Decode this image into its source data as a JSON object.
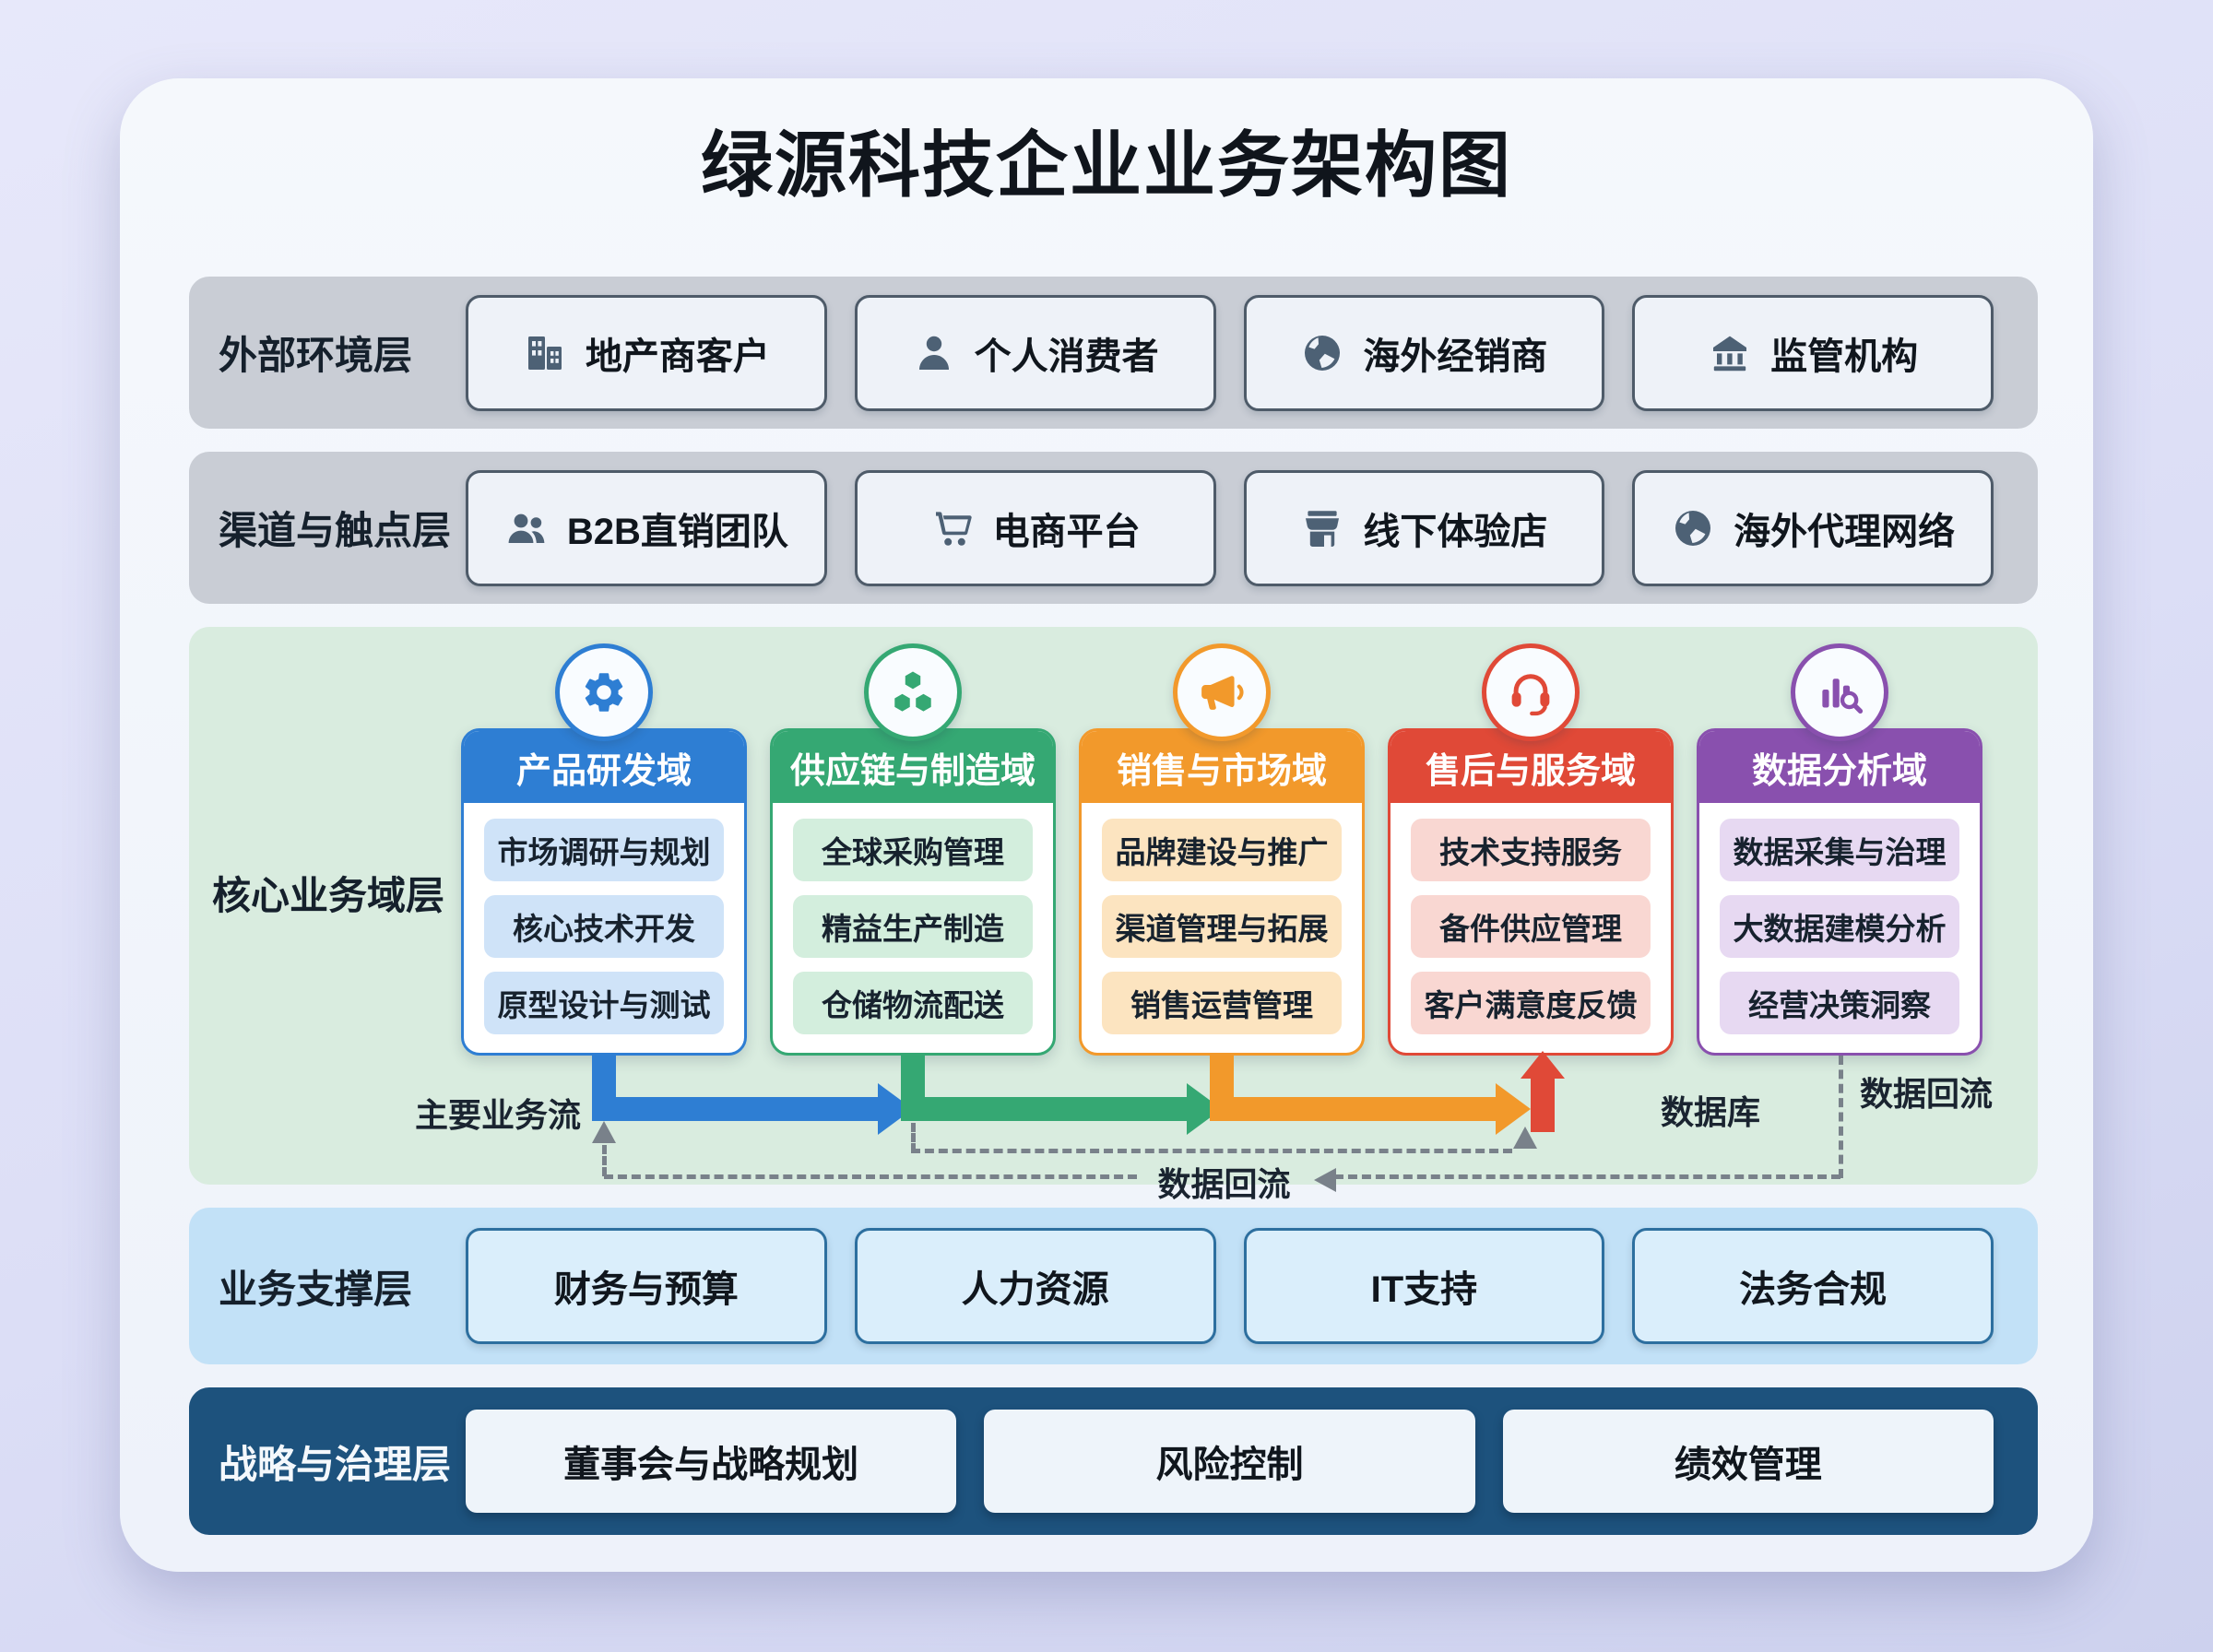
{
  "title": "绿源科技企业业务架构图",
  "colors": {
    "page_bg": "#dcdef6",
    "card_bg": "#f2f6fb",
    "band_gray": "#c9cdd5",
    "band_core_green": "#d9ecdf",
    "band_support_blue": "#c2e1f7",
    "band_strategy_navy": "#1d527d",
    "pill_border_dark": "#4e5b69",
    "pill_border_blue": "#2d6f9f",
    "flow_dash_gray": "#79818a"
  },
  "layers": {
    "external": {
      "label": "外部环境层",
      "items": [
        {
          "label": "地产商客户",
          "icon": "building"
        },
        {
          "label": "个人消费者",
          "icon": "person"
        },
        {
          "label": "海外经销商",
          "icon": "globe"
        },
        {
          "label": "监管机构",
          "icon": "bank"
        }
      ]
    },
    "channel": {
      "label": "渠道与触点层",
      "items": [
        {
          "label": "B2B直销团队",
          "icon": "people"
        },
        {
          "label": "电商平台",
          "icon": "cart"
        },
        {
          "label": "线下体验店",
          "icon": "store"
        },
        {
          "label": "海外代理网络",
          "icon": "globe"
        }
      ]
    },
    "core": {
      "label": "核心业务域层",
      "domains": [
        {
          "name": "产品研发域",
          "color": "#2e7ed3",
          "light": "#cfe3f8",
          "icon": "gear",
          "items": [
            "市场调研与规划",
            "核心技术开发",
            "原型设计与测试"
          ]
        },
        {
          "name": "供应链与制造域",
          "color": "#35a873",
          "light": "#d3eedd",
          "icon": "boxes",
          "items": [
            "全球采购管理",
            "精益生产制造",
            "仓储物流配送"
          ]
        },
        {
          "name": "销售与市场域",
          "color": "#f2992b",
          "light": "#fce4c0",
          "icon": "megaphone",
          "items": [
            "品牌建设与推广",
            "渠道管理与拓展",
            "销售运营管理"
          ]
        },
        {
          "name": "售后与服务域",
          "color": "#e04937",
          "light": "#f9d7d2",
          "icon": "headset",
          "items": [
            "技术支持服务",
            "备件供应管理",
            "客户满意度反馈"
          ]
        },
        {
          "name": "数据分析域",
          "color": "#8950ae",
          "light": "#e7d9f2",
          "icon": "chart-search",
          "items": [
            "数据采集与治理",
            "大数据建模分析",
            "经营决策洞察"
          ]
        }
      ],
      "flow_labels": {
        "main": "主要业务流",
        "database": "数据库",
        "backflow_mid": "数据回流",
        "backflow_right": "数据回流"
      }
    },
    "support": {
      "label": "业务支撑层",
      "items": [
        "财务与预算",
        "人力资源",
        "IT支持",
        "法务合规"
      ]
    },
    "strategy": {
      "label": "战略与治理层",
      "items": [
        "董事会与战略规划",
        "风险控制",
        "绩效管理"
      ]
    }
  }
}
